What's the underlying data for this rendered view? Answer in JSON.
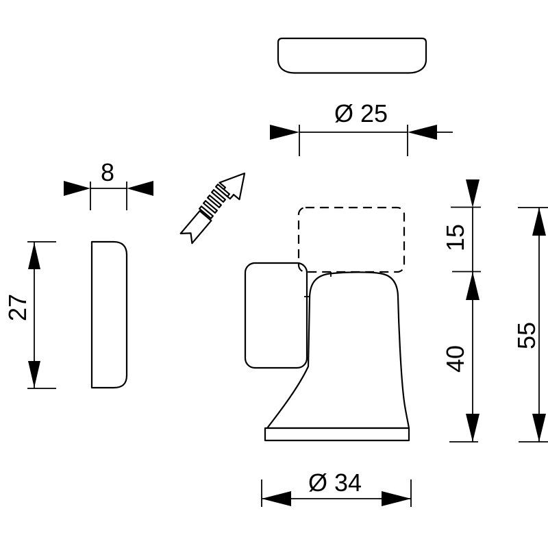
{
  "style": {
    "background": "#ffffff",
    "line_color": "#000000"
  },
  "icons": {
    "direction_arrow": "striped-direction-arrow-up-right"
  },
  "dimensions": {
    "cap_diameter": {
      "label": "Ø 25",
      "value": 25,
      "orientation": "horizontal"
    },
    "pad_thickness": {
      "label": "8",
      "value": 8,
      "orientation": "horizontal"
    },
    "pad_height": {
      "label": "27",
      "value": 27,
      "orientation": "vertical"
    },
    "cap_height": {
      "label": "15",
      "value": 15,
      "orientation": "vertical"
    },
    "body_height": {
      "label": "40",
      "value": 40,
      "orientation": "vertical"
    },
    "total_height": {
      "label": "55",
      "value": 55,
      "orientation": "vertical"
    },
    "base_diameter": {
      "label": "Ø 34",
      "value": 34,
      "orientation": "horizontal"
    }
  }
}
